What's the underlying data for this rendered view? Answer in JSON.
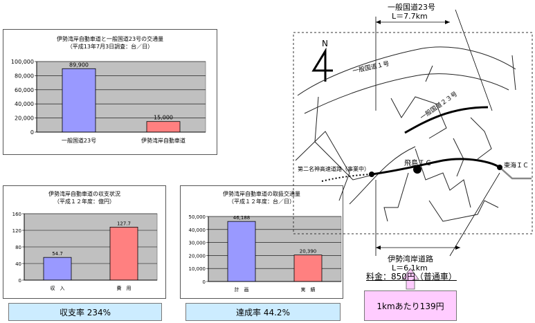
{
  "chart_data": [
    {
      "type": "bar",
      "title": "伊勢湾岸自動車道と一般国道23号の交通量",
      "subtitle": "（平成13年7月3日調査：台／日）",
      "categories": [
        "一般国道23号",
        "伊勢湾岸自動車道"
      ],
      "values": [
        89900,
        15000
      ],
      "data_labels": [
        "89,900",
        "15,000"
      ],
      "colors": [
        "#9999ff",
        "#ff8080"
      ],
      "ylim": [
        0,
        100000
      ],
      "yticks": [
        "0",
        "20,000",
        "40,000",
        "60,000",
        "80,000",
        "100,000"
      ],
      "grid": true,
      "plot_bg": "#c0c0c0"
    },
    {
      "type": "bar",
      "title": "伊勢湾岸自動車道の収支状況",
      "subtitle": "（平成１２年度：億円）",
      "categories": [
        "収　入",
        "費　用"
      ],
      "values": [
        54.7,
        127.7
      ],
      "data_labels": [
        "54.7",
        "127.7"
      ],
      "colors": [
        "#9999ff",
        "#ff8080"
      ],
      "ylim": [
        0,
        160
      ],
      "yticks": [
        "0",
        "40",
        "80",
        "120",
        "160"
      ],
      "grid": true,
      "plot_bg": "#c0c0c0"
    },
    {
      "type": "bar",
      "title": "伊勢湾岸自動車道の取扱交通量",
      "subtitle": "（平成１２年度：台／日）",
      "categories": [
        "計　画",
        "実　績"
      ],
      "values": [
        46188,
        20390
      ],
      "data_labels": [
        "46,188",
        "20,390"
      ],
      "colors": [
        "#9999ff",
        "#ff8080"
      ],
      "ylim": [
        0,
        50000
      ],
      "yticks": [
        "0",
        "10,000",
        "20,000",
        "30,000",
        "40,000",
        "50,000"
      ],
      "grid": true,
      "plot_bg": "#c0c0c0"
    }
  ],
  "ratios": {
    "balance": "収支率 234%",
    "achievement": "達成率 44.2%"
  },
  "map": {
    "north_label": "N",
    "route23_label": "一般国道23号",
    "route23_length": "L＝7.7km",
    "route1_label": "一般国道１号",
    "route23_map_label": "一般国道２３号",
    "second_meihan_label": "第二名神高速道路（事業中）",
    "tobishima_ic": "飛島ＩＣ",
    "tokai_ic": "東海ＩＣ",
    "isewan_label": "伊勢湾岸道路",
    "isewan_length": "L＝6.1km",
    "toll": "料金：850円（普通車）",
    "per_km": "1kmあたり139円"
  },
  "colors": {
    "ratio_box_bg": "#ccecff",
    "per_km_box_bg": "#ffccff"
  }
}
